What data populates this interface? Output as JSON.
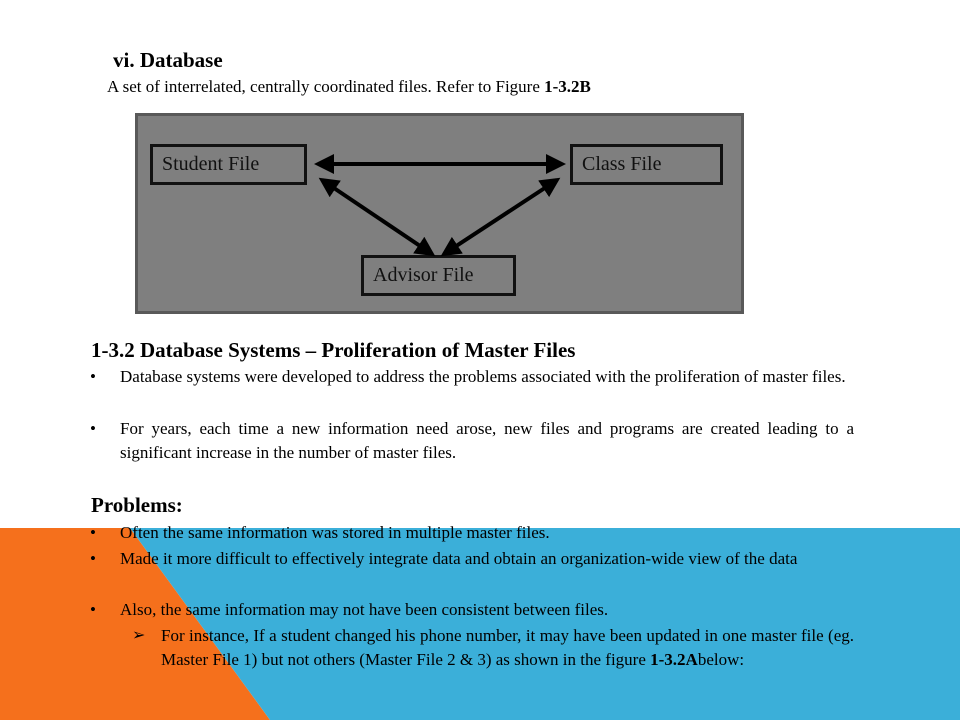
{
  "heading": {
    "number": "vi.",
    "title": "Database"
  },
  "intro": {
    "text": "A set of interrelated, centrally coordinated files. Refer to Figure ",
    "figure_ref": "1-3.2B"
  },
  "figure": {
    "boxes": {
      "student": "Student File",
      "class": "Class File",
      "advisor": "Advisor File"
    }
  },
  "section": {
    "title": "1-3.2 Database Systems – Proliferation of Master Files",
    "bullets": [
      "Database systems were developed to address the problems associated with the proliferation of master files.",
      "For years, each time a new information need arose, new files and programs are created leading to a significant increase in the number of master files."
    ]
  },
  "problems": {
    "title": "Problems:",
    "bullets": [
      "Often the same information was stored in multiple master files.",
      "Made it more difficult to effectively integrate data and obtain an organization-wide view of the data",
      "Also, the same information may not have been consistent between files."
    ],
    "sub": {
      "text": "For instance, If a student changed his phone number, it may have been updated in one master file (eg. Master File 1) but not others (Master File 2 & 3) as shown in the figure ",
      "figure_ref": "1-3.2A",
      "tail": "below:"
    }
  },
  "bullet_char": "•",
  "sub_bullet_char": "➢",
  "colors": {
    "orange": "#f5701c",
    "blue": "#3bafd9",
    "figure_bg": "#7f7f7f"
  }
}
